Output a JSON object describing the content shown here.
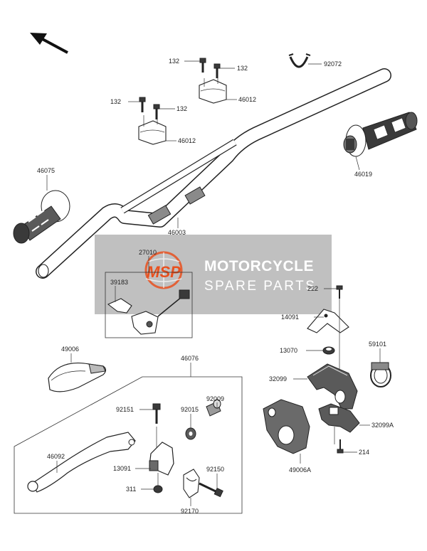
{
  "watermark": {
    "logo_text": "MSP",
    "title": "MOTORCYCLE",
    "subtitle": "SPARE PARTS"
  },
  "labels": {
    "l132a": "132",
    "l132b": "132",
    "l132c": "132",
    "l132d": "132",
    "l92072": "92072",
    "l46012a": "46012",
    "l46012b": "46012",
    "l46075": "46075",
    "l46019": "46019",
    "l46003": "46003",
    "l27010": "27010",
    "l39183": "39183",
    "l222": "222",
    "l14091": "14091",
    "l13070": "13070",
    "l59101": "59101",
    "l49006": "49006",
    "l46076": "46076",
    "l32099": "32099",
    "l32099A": "32099A",
    "l92151": "92151",
    "l92015": "92015",
    "l92009": "92009",
    "l46092": "46092",
    "l13091": "13091",
    "l92150": "92150",
    "l311": "311",
    "l92170": "92170",
    "l214": "214",
    "l49006A": "49006A"
  },
  "colors": {
    "watermark_bg": "#a8a8a8",
    "watermark_accent": "#e8501e",
    "line": "#222222"
  },
  "icons": {
    "orientation": "front-arrow-icon"
  }
}
